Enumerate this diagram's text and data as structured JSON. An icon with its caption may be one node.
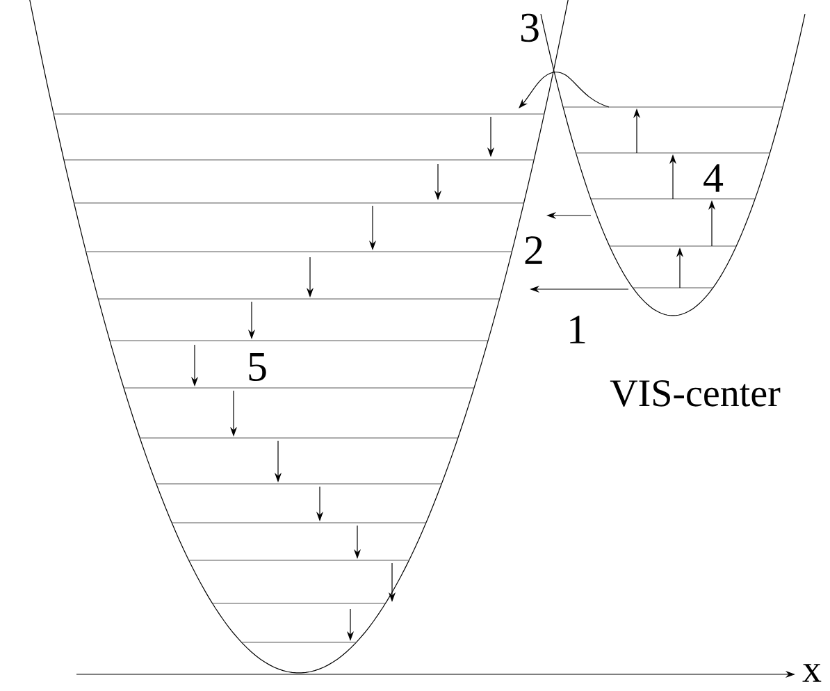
{
  "diagram": {
    "labels": [
      "3",
      "4",
      "2",
      "1",
      "5",
      "VIS-center",
      "x"
    ]
  }
}
